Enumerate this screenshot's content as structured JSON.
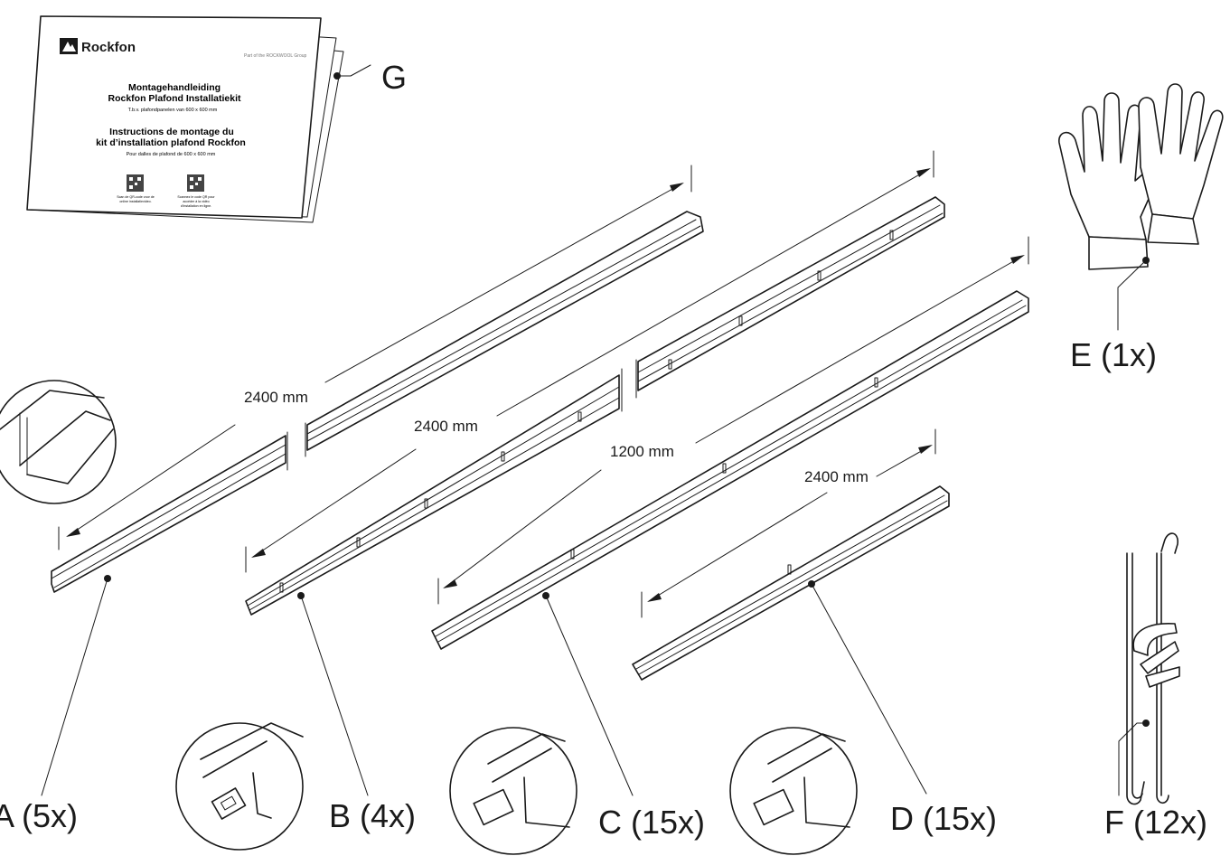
{
  "booklet": {
    "brand": "Rockfon",
    "tagline": "Part of the ROCKWOOL Group",
    "nl_title_1": "Montagehandleiding",
    "nl_title_2": "Rockfon Plafond Installatiekit",
    "nl_sub": "T.b.v. plafondpanelen van 600 x 600 mm",
    "fr_title_1": "Instructions de montage du",
    "fr_title_2": "kit d’installation plafond Rockfon",
    "fr_sub": "Pour dalles de plafond de 600 x 600 mm",
    "qr_nl_1": "Scan de QR-code voor de",
    "qr_nl_2": "online installatievideo.",
    "qr_fr_1": "Scannez le code QR pour",
    "qr_fr_2": "accéder à la vidéo",
    "qr_fr_3": "d’installation en ligne."
  },
  "parts": {
    "A": "A (5x)",
    "B": "B (4x)",
    "C": "C (15x)",
    "D": "D (15x)",
    "E": "E (1x)",
    "F": "F (12x)",
    "G": "G"
  },
  "dimensions": {
    "a": "2400 mm",
    "b": "2400 mm",
    "c": "1200 mm",
    "d": "2400 mm"
  }
}
